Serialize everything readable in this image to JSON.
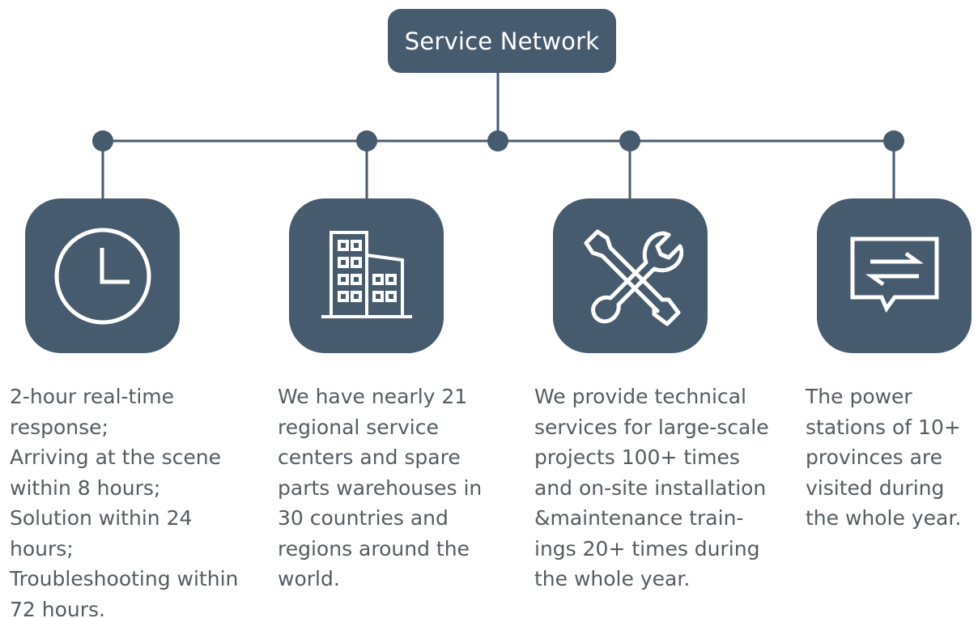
{
  "title": "Service Network",
  "colors": {
    "box": "#475b6f",
    "connector": "#475b6f",
    "text": "#555c63",
    "icon": "#ffffff"
  },
  "items": [
    {
      "icon": "clock-icon",
      "text": "2-hour real-time\nresponse;\nArriving at the scene\nwithin 8 hours;\nSolution within 24\nhours;\nTroubleshooting within\n72 hours."
    },
    {
      "icon": "building-icon",
      "text": "We have nearly 21\nregional service\ncenters and spare\nparts warehouses in\n30 countries and\nregions around the\nworld."
    },
    {
      "icon": "tools-icon",
      "text": "We provide technical\nservices for large-scale\nprojects 100+ times\nand on-site installation\n&maintenance train-\nings 20+ times during\nthe whole year."
    },
    {
      "icon": "message-exchange-icon",
      "text": "The power\nstations of 10+\nprovinces are\nvisited during\nthe whole year."
    }
  ]
}
